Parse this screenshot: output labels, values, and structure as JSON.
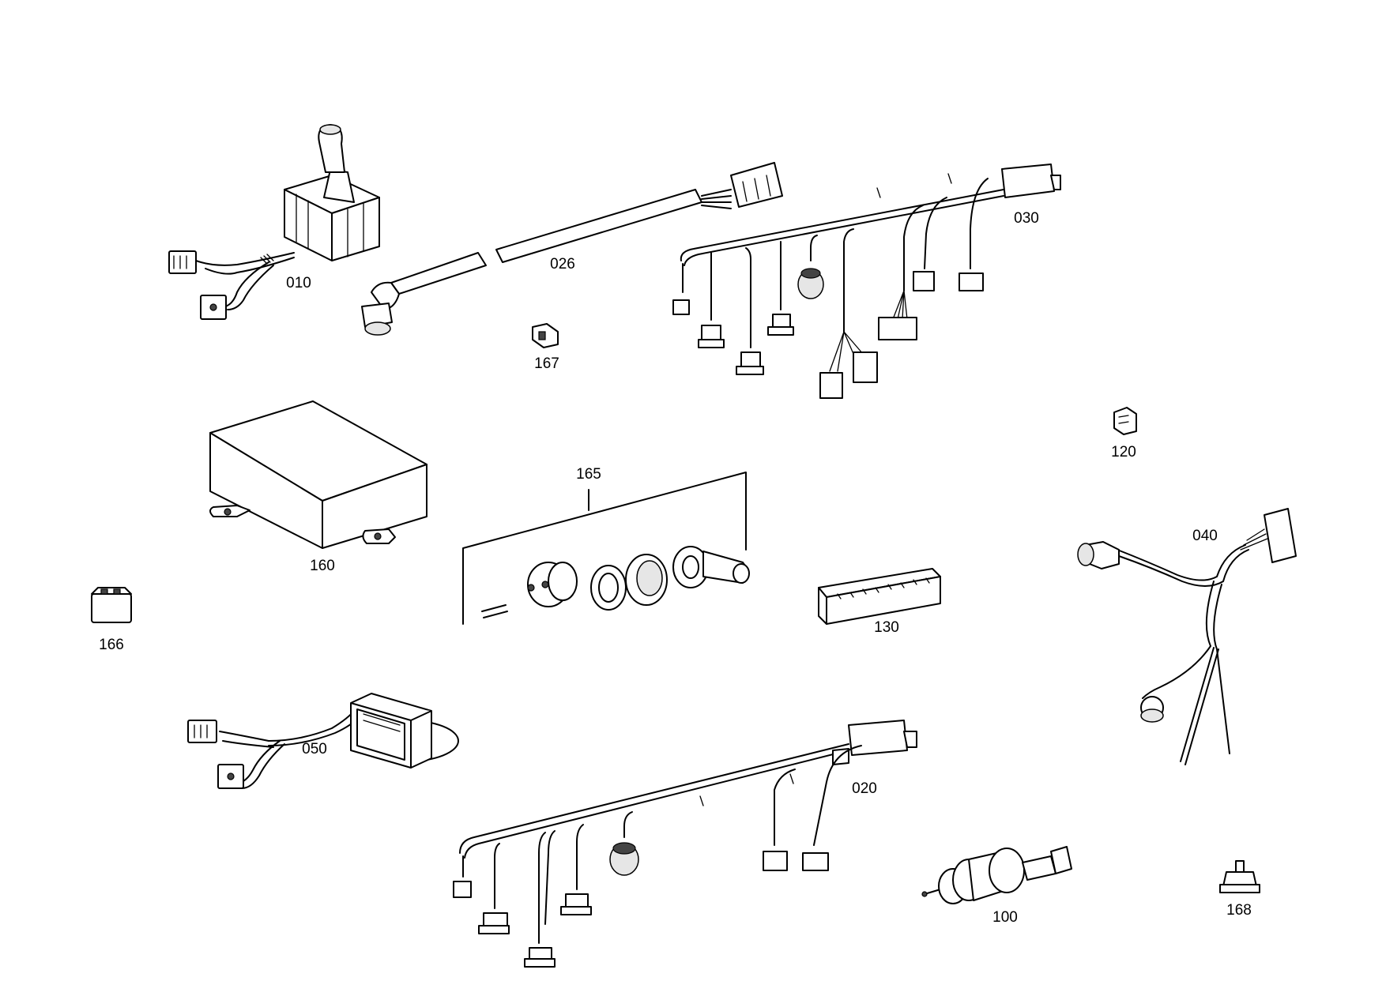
{
  "parts": [
    {
      "id": "p010",
      "number": "010",
      "icon": "joystick-icon"
    },
    {
      "id": "p026",
      "number": "026",
      "icon": "cable-icon"
    },
    {
      "id": "p030",
      "number": "030",
      "icon": "wiring-harness-icon"
    },
    {
      "id": "p167",
      "number": "167",
      "icon": "connector-icon"
    },
    {
      "id": "p120",
      "number": "120",
      "icon": "connector-icon"
    },
    {
      "id": "p160",
      "number": "160",
      "icon": "control-unit-icon"
    },
    {
      "id": "p165",
      "number": "165",
      "icon": "plug-kit-icon"
    },
    {
      "id": "p040",
      "number": "040",
      "icon": "wiring-harness-icon"
    },
    {
      "id": "p166",
      "number": "166",
      "icon": "connector-icon"
    },
    {
      "id": "p130",
      "number": "130",
      "icon": "terminal-strip-icon"
    },
    {
      "id": "p050",
      "number": "050",
      "icon": "display-unit-icon"
    },
    {
      "id": "p020",
      "number": "020",
      "icon": "wiring-harness-icon"
    },
    {
      "id": "p100",
      "number": "100",
      "icon": "speed-sensor-icon"
    },
    {
      "id": "p168",
      "number": "168",
      "icon": "pressure-switch-icon"
    }
  ]
}
